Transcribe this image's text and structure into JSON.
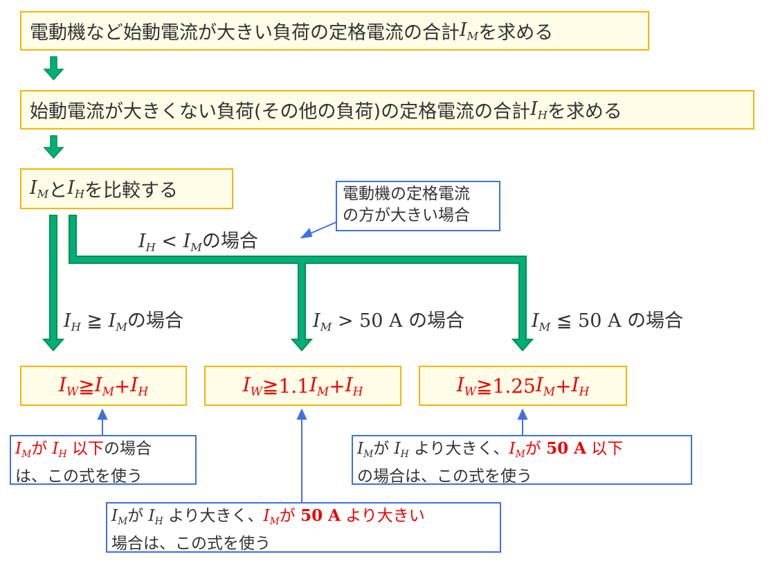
{
  "steps": {
    "step1": {
      "text": "電動機など始動電流が大きい負荷の定格電流の合計 ",
      "var": "I",
      "sub": "M",
      "tail": "を求める"
    },
    "step2": {
      "text": "始動電流が大きくない負荷(その他の負荷)の定格電流の合計 ",
      "var": "I",
      "sub": "H",
      "tail": "を求める"
    },
    "step3": {
      "var1": "I",
      "sub1": "M",
      "mid": "と",
      "var2": "I",
      "sub2": "H",
      "tail": "を比較する"
    }
  },
  "branch_labels": {
    "ih_lt_im": {
      "a": "I",
      "a_sub": "H",
      "op": " < ",
      "b": "I",
      "b_sub": "M",
      "tail": "の場合"
    },
    "ih_ge_im": {
      "a": "I",
      "a_sub": "H",
      "op": " ≧ ",
      "b": "I",
      "b_sub": "M",
      "tail": "の場合"
    },
    "im_gt_50": {
      "a": "I",
      "a_sub": "M",
      "op": " > 50 A ",
      "tail": "の場合"
    },
    "im_le_50": {
      "a": "I",
      "a_sub": "M",
      "op": " ≦ 50 A ",
      "tail": "の場合"
    }
  },
  "callout_top": {
    "line1": "電動機の定格電流",
    "line2": "の方が大きい場合"
  },
  "formulas": [
    {
      "lhs": "I",
      "lhs_sub": "W",
      "rel": " ≧ ",
      "coef": "",
      "m": "I",
      "m_sub": "M",
      "plus": " + ",
      "h": "I",
      "h_sub": "H"
    },
    {
      "lhs": "I",
      "lhs_sub": "W",
      "rel": " ≧ ",
      "coef": "1.1",
      "m": "I",
      "m_sub": "M",
      "plus": " + ",
      "h": "I",
      "h_sub": "H"
    },
    {
      "lhs": "I",
      "lhs_sub": "W",
      "rel": " ≧ ",
      "coef": "1.25",
      "m": "I",
      "m_sub": "M",
      "plus": " + ",
      "h": "I",
      "h_sub": "H"
    }
  ],
  "notes": {
    "left": {
      "v1": "I",
      "s1": "M",
      "ga": "が",
      "v2": "I",
      "s2": "H",
      "red_tail": "以下",
      "tail": "の場合",
      "line2": "は、この式を使う"
    },
    "middle": {
      "v1": "I",
      "s1": "M",
      "t1": "が",
      "v2": "I",
      "s2": "H",
      "t2": "より大きく、",
      "v3": "I",
      "s3": "M",
      "red_ga": "が",
      "red_val": "50 A",
      "red_tail": "より大きい",
      "line2": "場合は、この式を使う"
    },
    "right": {
      "v1": "I",
      "s1": "M",
      "t1": "が",
      "v2": "I",
      "s2": "H",
      "t2": "より大きく、",
      "v3": "I",
      "s3": "M",
      "red_ga": "が",
      "red_val": "50 A",
      "red_tail": "以下",
      "line2": "の場合は、この式を使う"
    }
  },
  "colors": {
    "box_border": "#f2b600",
    "box_fill": "#fffde7",
    "flow_fill": "#00ad7c",
    "flow_outline": "#009245",
    "note_border": "#3f6fe0",
    "formula_text": "#ee0000"
  }
}
